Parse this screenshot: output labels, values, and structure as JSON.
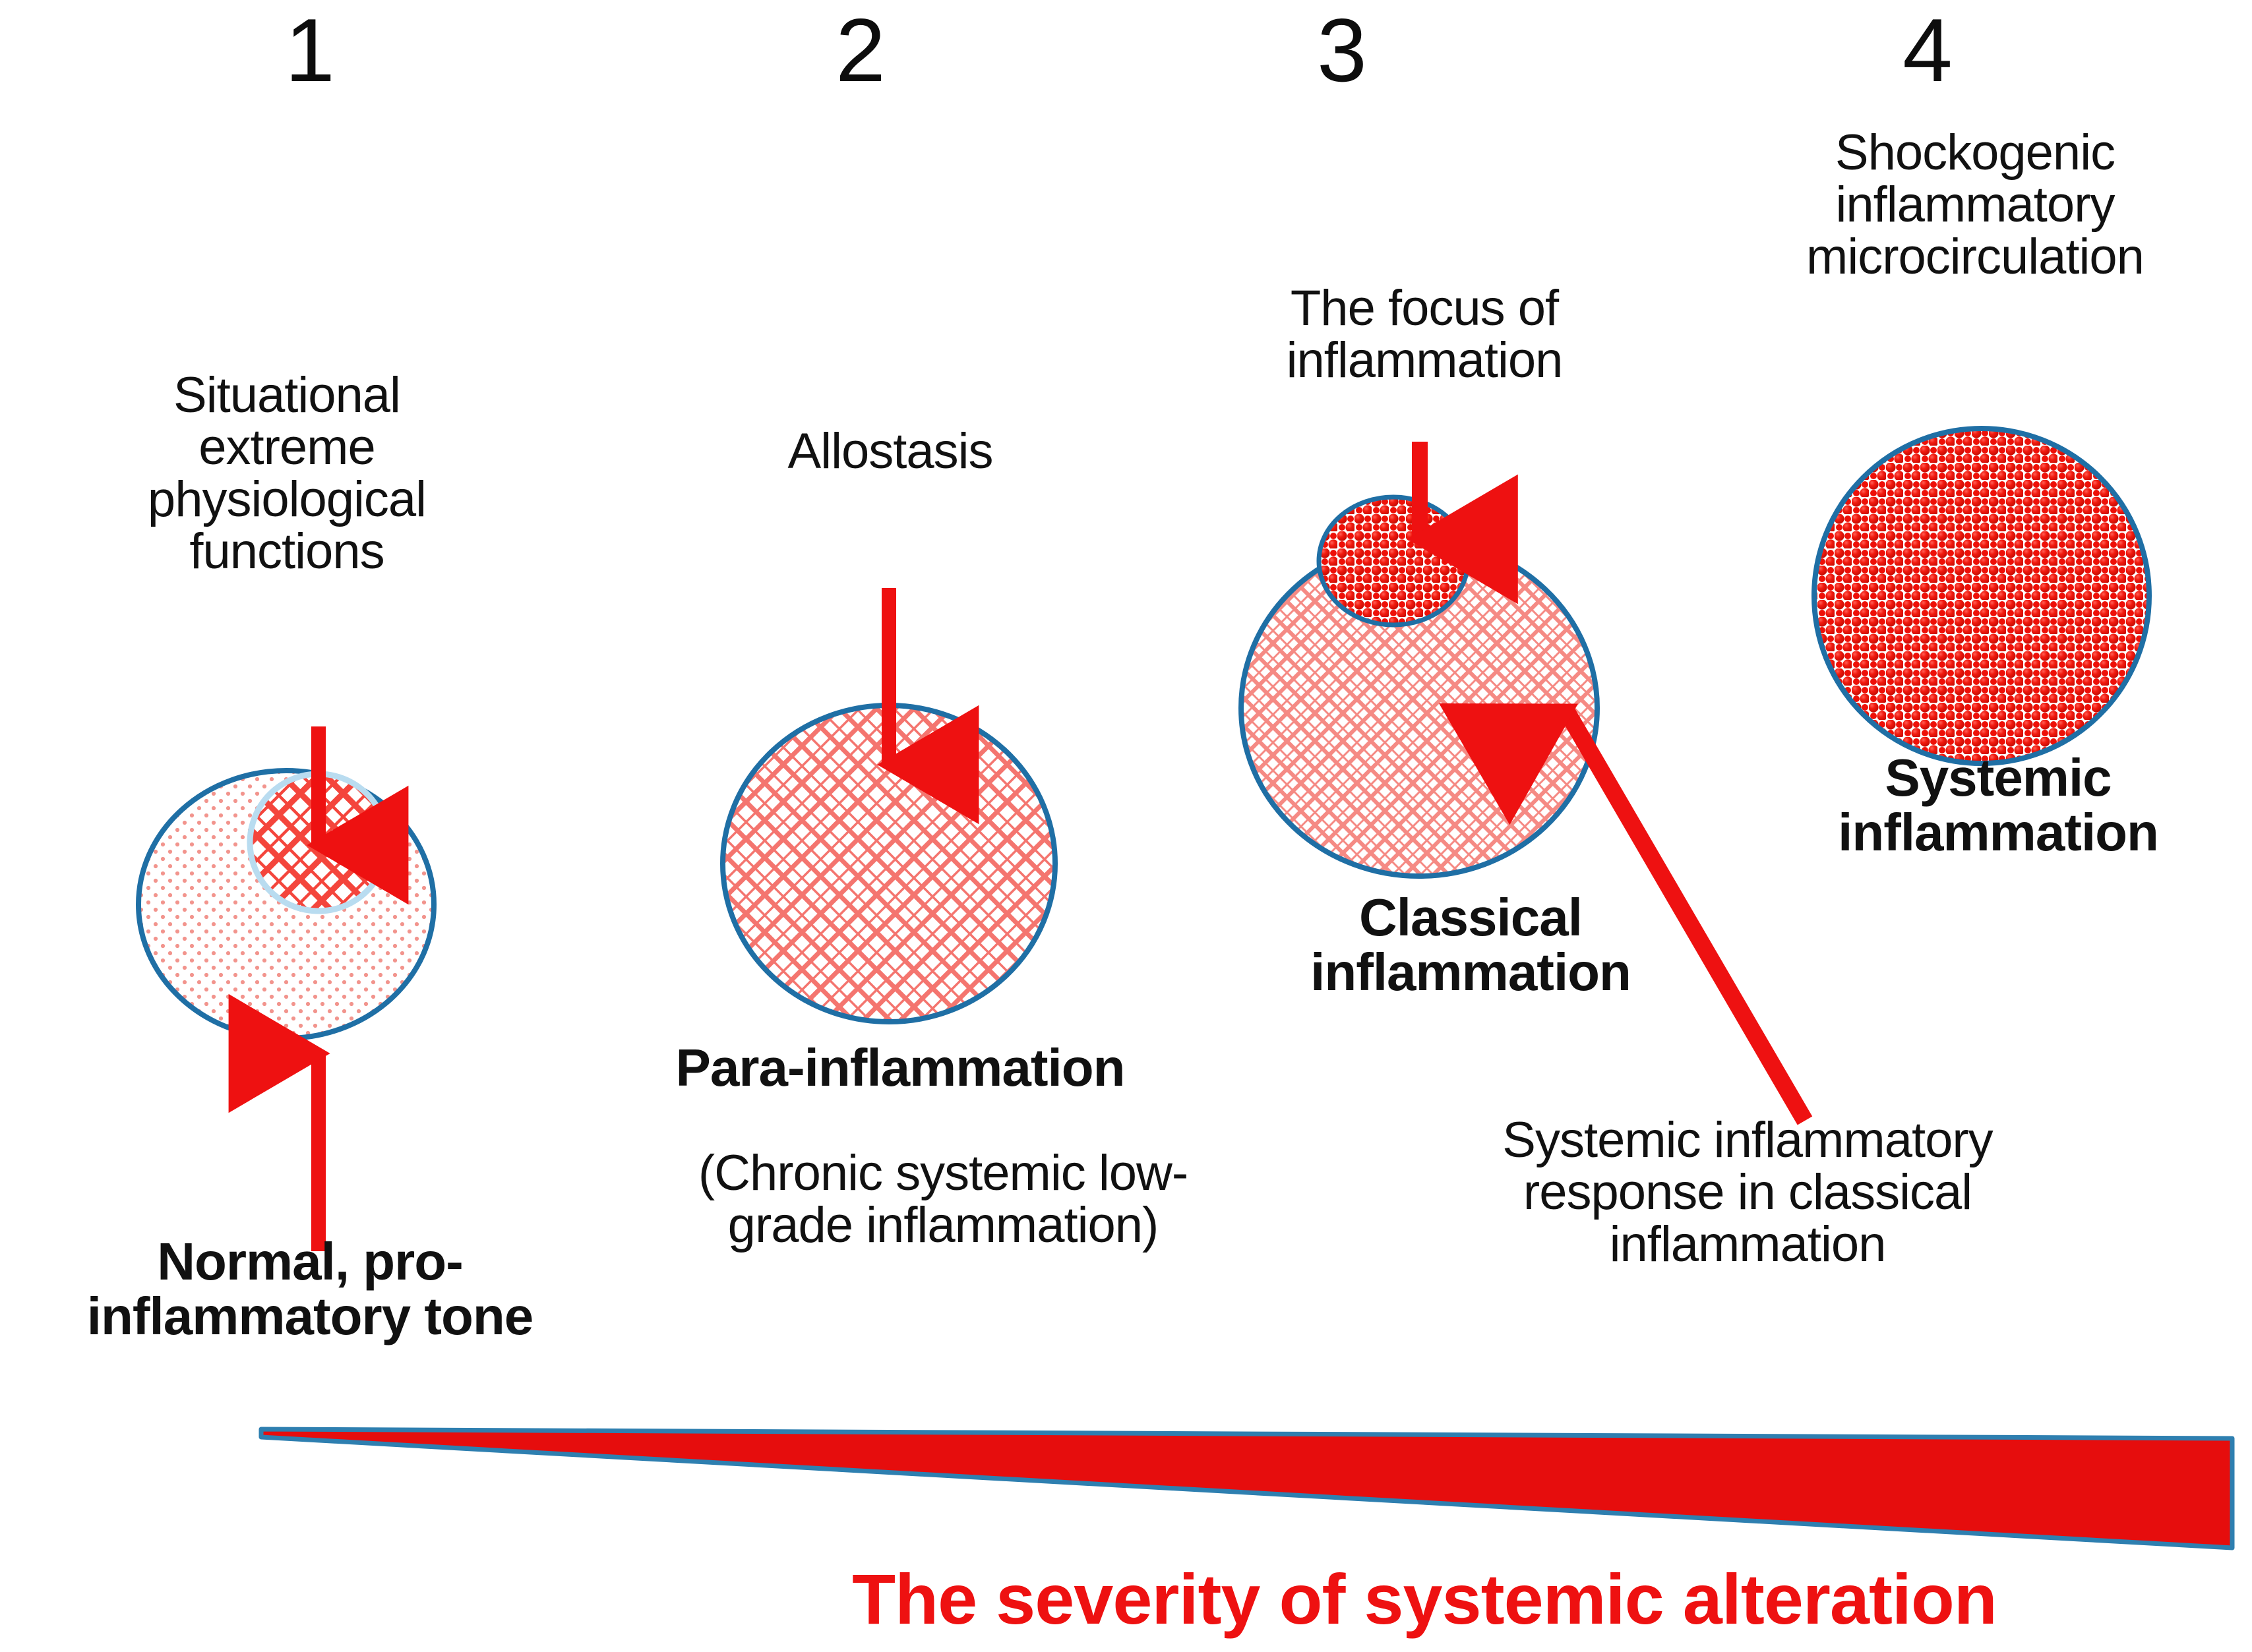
{
  "diagram": {
    "title_bottom": "The severity of systemic alteration",
    "accent_red": "#ee1111",
    "circle_outline_blue": "#1f6fa5",
    "hatch_red": "#f4756f",
    "stages": [
      {
        "number": "1",
        "top_label": "Situational\nextreme\nphysiological\nfunctions",
        "bottom_label": "Normal, pro-\ninflammatory tone",
        "bottom_label_bold": true,
        "sub_label": "",
        "outer_fill": "fine-dot-pattern",
        "inner_fill": "crosshatch-pattern",
        "has_inner_circle": true
      },
      {
        "number": "2",
        "top_label": "Allostasis",
        "bottom_label": "Para-inflammation",
        "bottom_label_bold": true,
        "sub_label": "(Chronic systemic low-\ngrade inflammation)",
        "outer_fill": "crosshatch-pattern",
        "inner_fill": "",
        "has_inner_circle": false
      },
      {
        "number": "3",
        "top_label": "The focus of\ninflammation",
        "bottom_label": "Classical\ninflammation",
        "bottom_label_bold": true,
        "sub_label": "Systemic inflammatory\nresponse in classical\ninflammation",
        "outer_fill": "crosshatch-pattern",
        "inner_fill": "dense-sphere-pattern",
        "has_inner_circle": true
      },
      {
        "number": "4",
        "top_label": "Shockogenic\ninflammatory\nmicrocirculation",
        "bottom_label": "Systemic\ninflammation",
        "bottom_label_bold": true,
        "sub_label": "",
        "outer_fill": "dense-sphere-pattern",
        "inner_fill": "",
        "has_inner_circle": false
      }
    ],
    "arrows": [
      {
        "name": "arrow-stage1-down",
        "direction": "down"
      },
      {
        "name": "arrow-stage1-up",
        "direction": "up"
      },
      {
        "name": "arrow-stage2-down",
        "direction": "down"
      },
      {
        "name": "arrow-stage3-down",
        "direction": "down"
      },
      {
        "name": "arrow-stage3-diagonal",
        "direction": "up-left"
      }
    ],
    "severity_wedge": {
      "name": "severity-gradient-wedge",
      "fill": "#e60d0d",
      "stroke": "#2e7fb0"
    }
  }
}
